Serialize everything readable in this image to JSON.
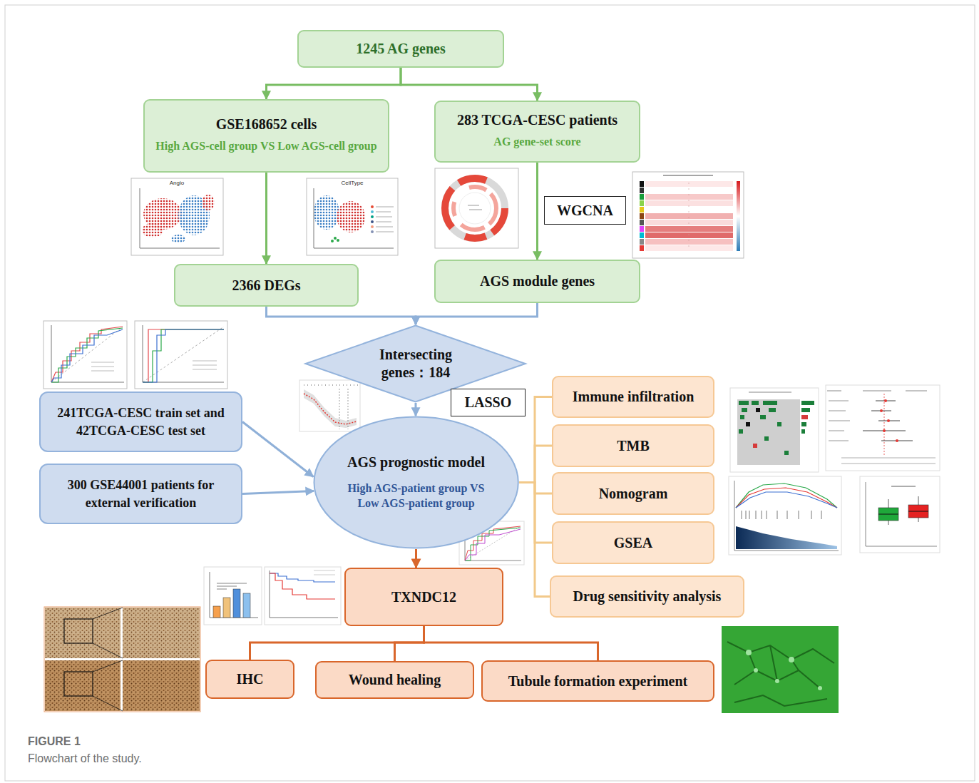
{
  "diagram": {
    "caption": "Flowchart of the study.",
    "nodes": [
      {
        "text": [
          "1245 AG genes"
        ]
      },
      {
        "text": [
          "GSE168652 cells",
          "High AGS-cell group VS Low AGS-cell group"
        ]
      },
      {
        "text": [
          "283 TCGA-CESC patients",
          "AG gene-set score"
        ]
      },
      {
        "text": [
          "WGCNA"
        ]
      },
      {
        "text": [
          "2366 DEGs"
        ]
      },
      {
        "text": [
          "AGS module genes"
        ]
      },
      {
        "text": [
          "Intersecting genes：184"
        ]
      },
      {
        "text": [
          "LASSO"
        ]
      },
      {
        "text": [
          "241TCGA-CESC train set and 42TCGA-CESC test set"
        ]
      },
      {
        "text": [
          "300 GSE44001 patients for external verification"
        ]
      },
      {
        "text": [
          "AGS prognostic model",
          "High AGS-patient group VS Low AGS-patient group"
        ]
      },
      {
        "text": [
          "Immune infiltration"
        ]
      },
      {
        "text": [
          "TMB"
        ]
      },
      {
        "text": [
          "Nomogram"
        ]
      },
      {
        "text": [
          "GSEA"
        ]
      },
      {
        "text": [
          "Drug sensitivity analysis"
        ]
      },
      {
        "text": [
          "TXNDC12"
        ]
      },
      {
        "text": [
          "IHC"
        ]
      },
      {
        "text": [
          "Wound healing"
        ]
      },
      {
        "text": [
          "Tubule formation experiment"
        ]
      }
    ],
    "edges": [
      {
        "from": 0,
        "to": 1,
        "arrow": "to"
      },
      {
        "from": 0,
        "to": 2,
        "arrow": "to"
      },
      {
        "from": 1,
        "to": 4,
        "arrow": "to"
      },
      {
        "from": 2,
        "to": 5,
        "arrow": "to"
      },
      {
        "from": 4,
        "to": 6,
        "arrow": "to"
      },
      {
        "from": 5,
        "to": 6,
        "arrow": "to"
      },
      {
        "from": 6,
        "to": 10,
        "arrow": "to"
      },
      {
        "from": 8,
        "to": 10,
        "arrow": "to"
      },
      {
        "from": 9,
        "to": 10,
        "arrow": "to"
      },
      {
        "from": 10,
        "to": 16,
        "arrow": "to"
      },
      {
        "from": 10,
        "to": 11,
        "arrow": "none"
      },
      {
        "from": 10,
        "to": 12,
        "arrow": "none"
      },
      {
        "from": 10,
        "to": 13,
        "arrow": "none"
      },
      {
        "from": 10,
        "to": 14,
        "arrow": "none"
      },
      {
        "from": 10,
        "to": 15,
        "arrow": "none"
      },
      {
        "from": 16,
        "to": 17,
        "arrow": "none"
      },
      {
        "from": 16,
        "to": 18,
        "arrow": "none"
      },
      {
        "from": 16,
        "to": 19,
        "arrow": "none"
      }
    ],
    "labels": [
      "FIGURE 1",
      "Angio",
      "CellType"
    ]
  }
}
